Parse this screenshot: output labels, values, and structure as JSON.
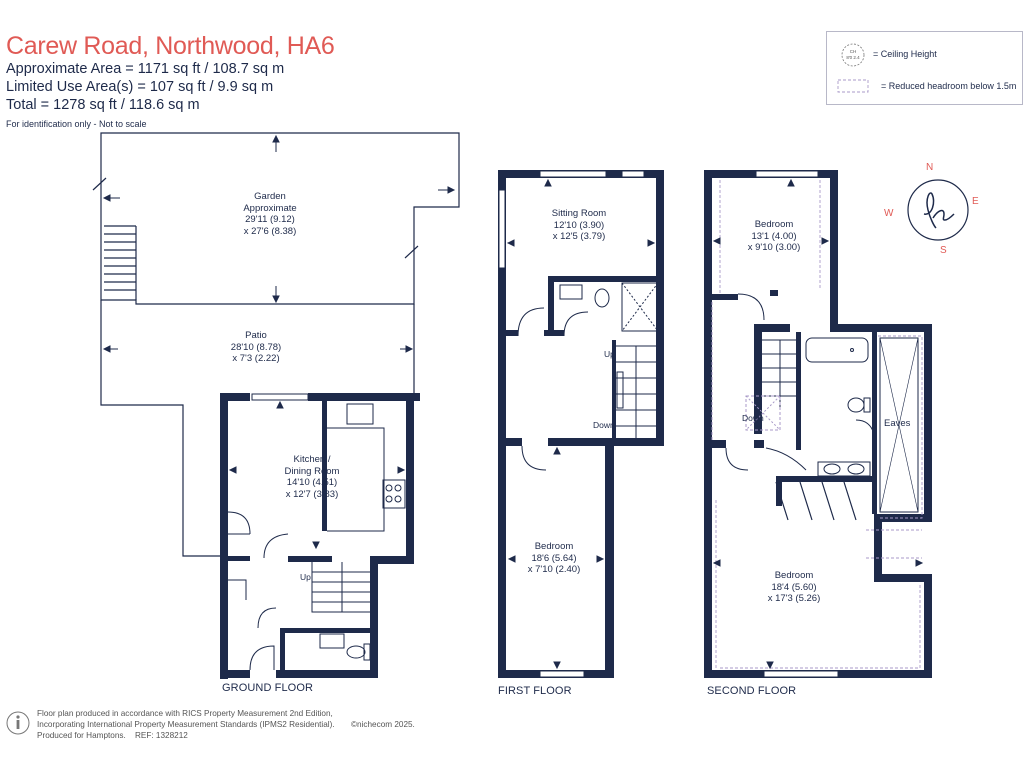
{
  "header": {
    "title": "Carew Road, Northwood, HA6",
    "area_approx": "Approximate Area = 1171 sq ft / 108.7 sq m",
    "area_limited": "Limited Use Area(s) = 107 sq ft / 9.9 sq m",
    "area_total": "Total = 1278 sq ft / 118.6 sq m",
    "identification": "For identification only - Not to scale"
  },
  "legend": {
    "ceiling_symbol": "CH 8'0 2.4",
    "ceiling_label": "= Ceiling Height",
    "reduced_label": "= Reduced headroom below 1.5m"
  },
  "compass": {
    "n": "N",
    "e": "E",
    "s": "S",
    "w": "W"
  },
  "rooms": {
    "garden": {
      "name": "Garden",
      "sub": "Approximate",
      "dim1": "29'11 (9.12)",
      "dim2": "x 27'6 (8.38)"
    },
    "patio": {
      "name": "Patio",
      "dim1": "28'10 (8.78)",
      "dim2": "x 7'3 (2.22)"
    },
    "kitchen": {
      "name1": "Kitchen /",
      "name2": "Dining Room",
      "dim1": "14'10 (4.51)",
      "dim2": "x 12'7 (3.83)"
    },
    "sitting": {
      "name": "Sitting Room",
      "dim1": "12'10 (3.90)",
      "dim2": "x 12'5 (3.79)"
    },
    "bed1": {
      "name": "Bedroom",
      "dim1": "18'6 (5.64)",
      "dim2": "x 7'10 (2.40)"
    },
    "bed2": {
      "name": "Bedroom",
      "dim1": "13'1 (4.00)",
      "dim2": "x 9'10 (3.00)"
    },
    "bed3": {
      "name": "Bedroom",
      "dim1": "18'4 (5.60)",
      "dim2": "x 17'3 (5.26)"
    },
    "eaves": "Eaves"
  },
  "stairs": {
    "up": "Up",
    "down": "Down"
  },
  "floors": {
    "ground": "GROUND FLOOR",
    "first": "FIRST FLOOR",
    "second": "SECOND FLOOR"
  },
  "footer": {
    "line1": "Floor plan produced in accordance with RICS Property Measurement 2nd Edition,",
    "line2": "Incorporating International Property Measurement Standards (IPMS2 Residential).",
    "brand": "©nichecom 2025.",
    "line3": "Produced for Hamptons.",
    "ref": "REF:  1328212"
  },
  "colors": {
    "wall": "#1e2a4a",
    "title": "#e05a55",
    "reduced": "#a89ac8"
  }
}
